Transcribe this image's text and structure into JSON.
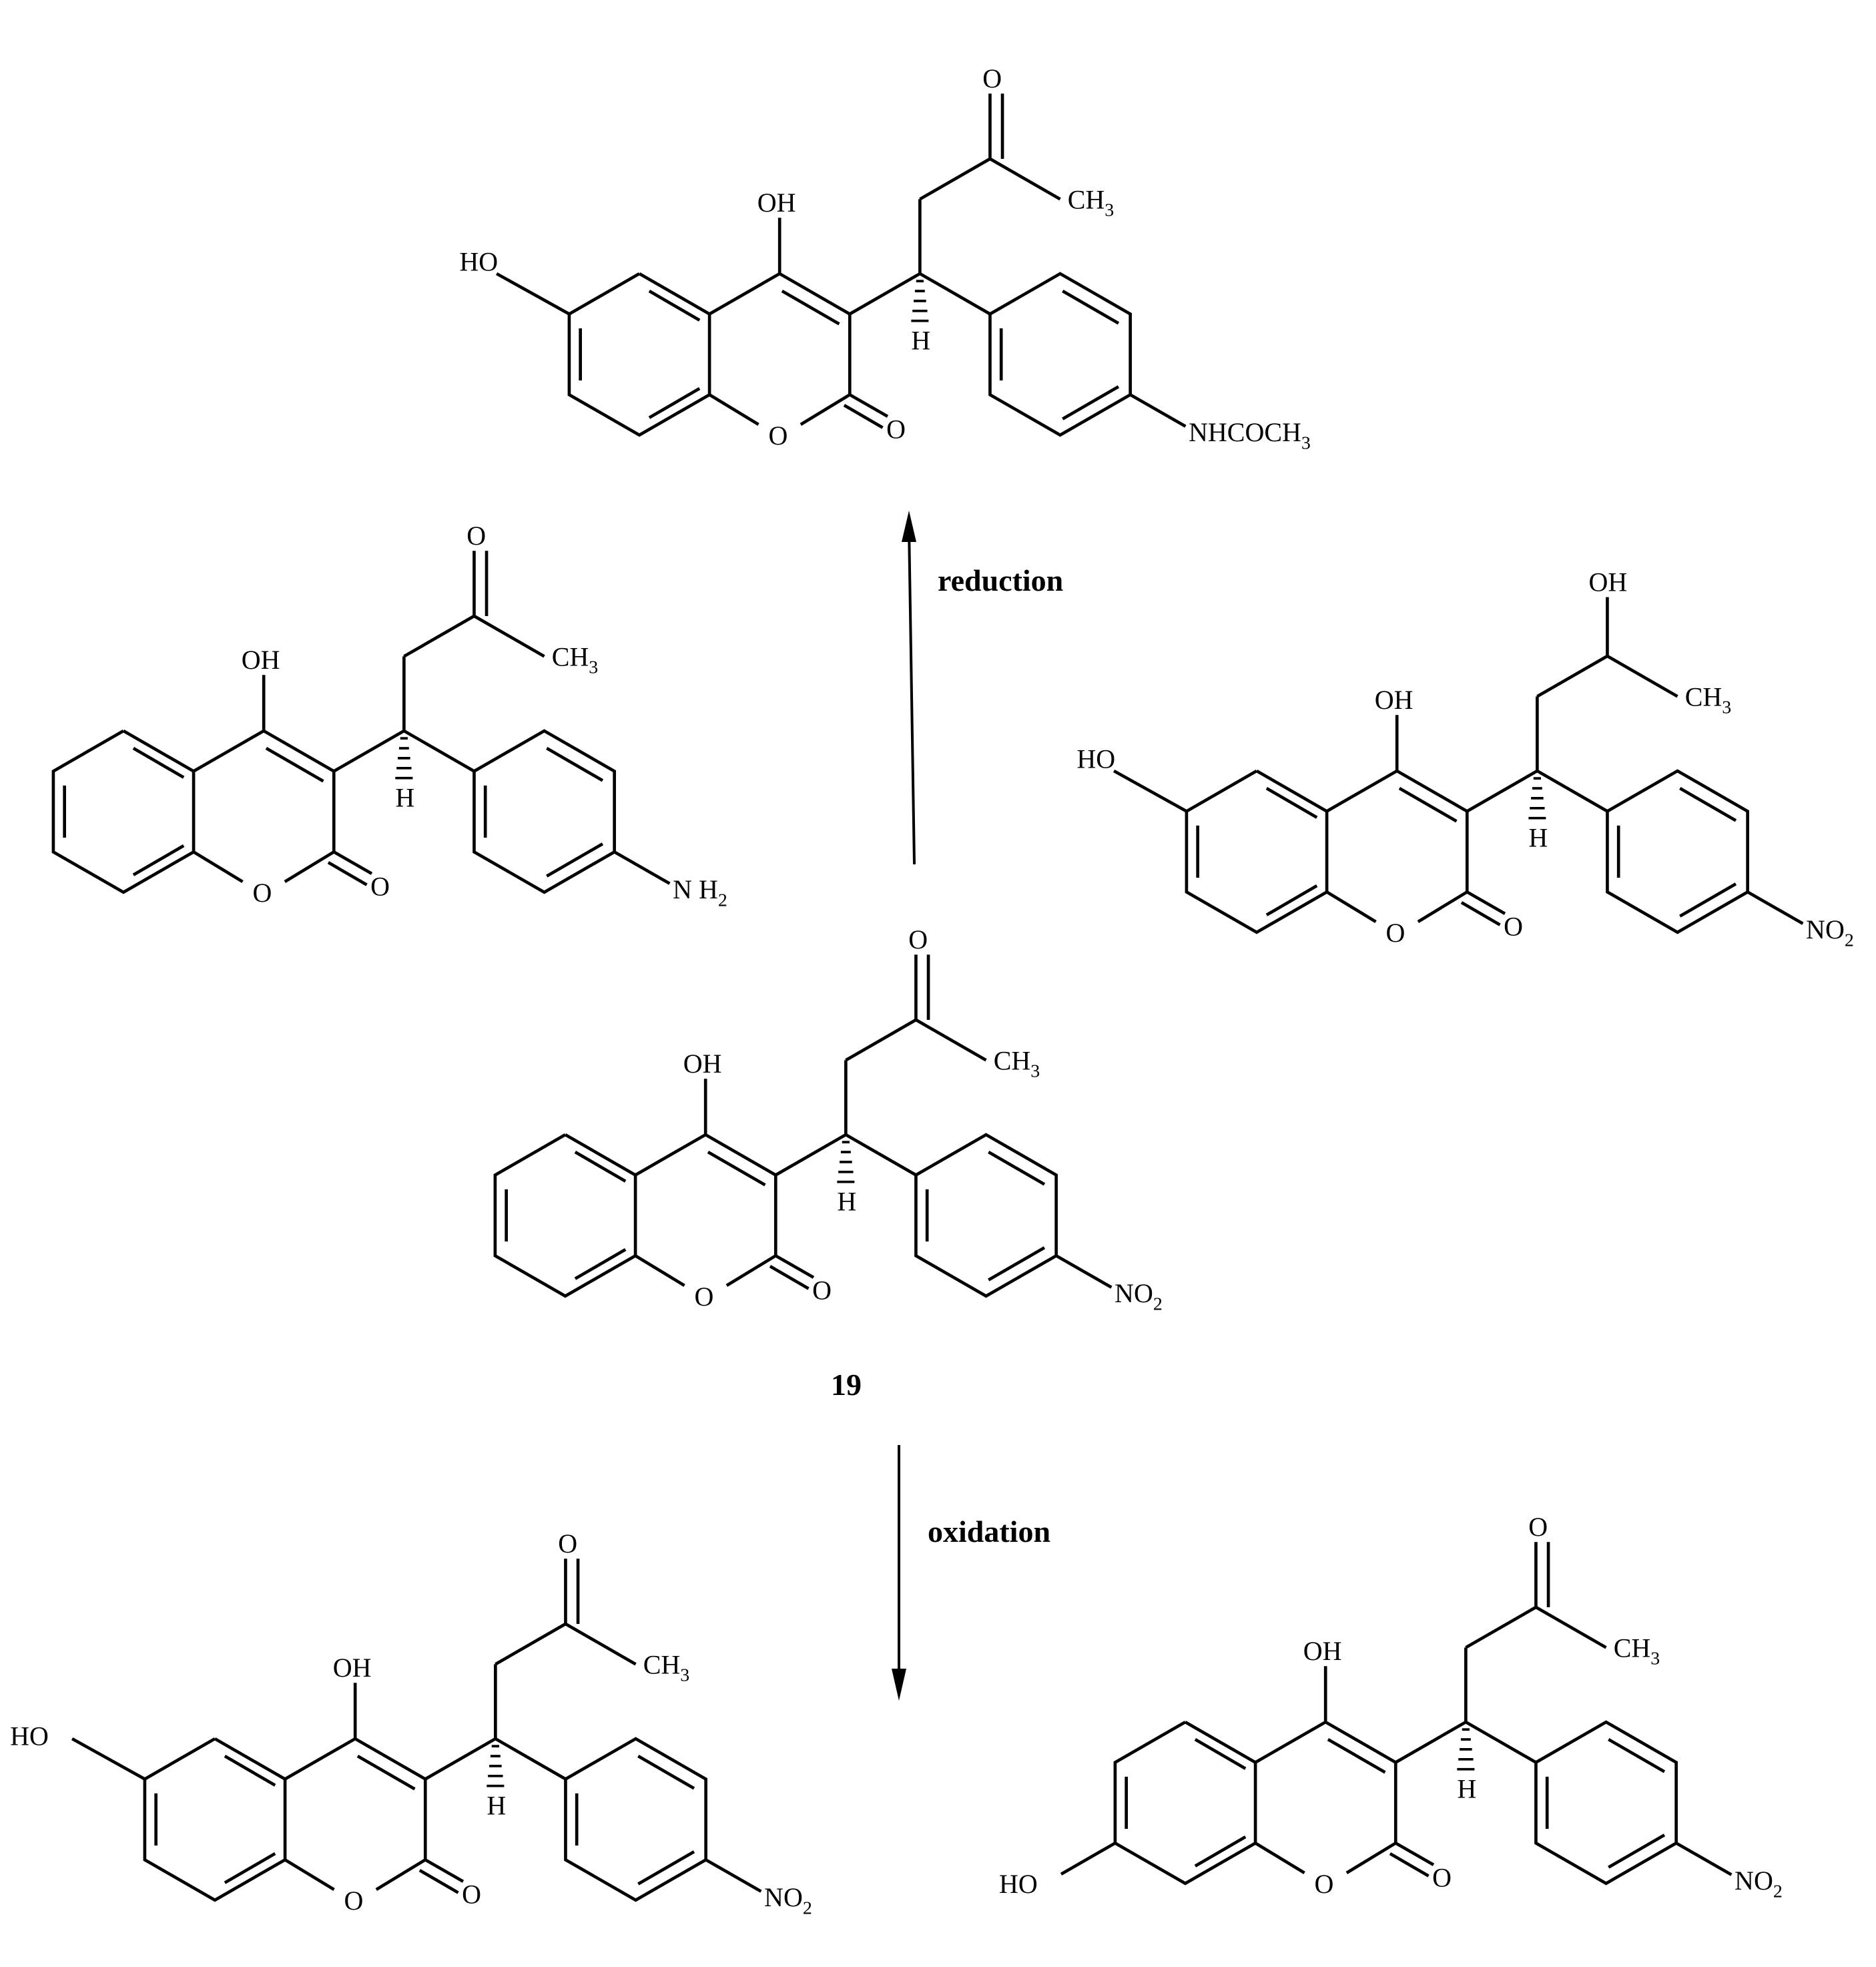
{
  "labels": {
    "compound_number": "19",
    "reduction": "reduction",
    "oxidation": "oxidation",
    "oh": "OH",
    "ho": "HO",
    "o": "O",
    "h": "H",
    "ch": "CH",
    "n": "N",
    "nhcoch": "NHCOCH",
    "sub3": "3",
    "sub2": "2"
  },
  "molecules": [
    {
      "id": "acetamido-hydroxy-metabolite",
      "substituents": [
        "HO",
        "OH",
        "O",
        "CH3",
        "H",
        "NHCOCH3"
      ]
    },
    {
      "id": "acenocoumarol-amino-metabolite",
      "substituents": [
        "OH",
        "O",
        "CH3",
        "H",
        "NH2"
      ]
    },
    {
      "id": "hydroxy-alcohol-metabolite",
      "substituents": [
        "HO",
        "OH",
        "OH",
        "CH3",
        "H",
        "NO2"
      ]
    },
    {
      "id": "acenocoumarol-19",
      "substituents": [
        "OH",
        "O",
        "CH3",
        "H",
        "NO2"
      ]
    },
    {
      "id": "6-hydroxy-metabolite",
      "substituents": [
        "HO",
        "OH",
        "O",
        "CH3",
        "H",
        "NO2"
      ]
    },
    {
      "id": "7-hydroxy-metabolite",
      "substituents": [
        "HO",
        "OH",
        "O",
        "CH3",
        "H",
        "NO2"
      ]
    }
  ]
}
